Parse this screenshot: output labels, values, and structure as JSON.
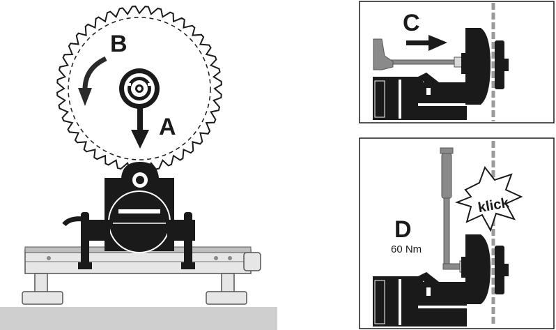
{
  "labels": {
    "a": "A",
    "b": "B",
    "c": "C",
    "d": "D",
    "torque": "60 Nm",
    "klick": "klick"
  },
  "colors": {
    "ink": "#1a1a1a",
    "dark": "#2a2a2a",
    "mid": "#8a8a8a",
    "light": "#d9d9d9",
    "floor": "#cfcfcf",
    "blade_dash": "#9a9a9a"
  }
}
